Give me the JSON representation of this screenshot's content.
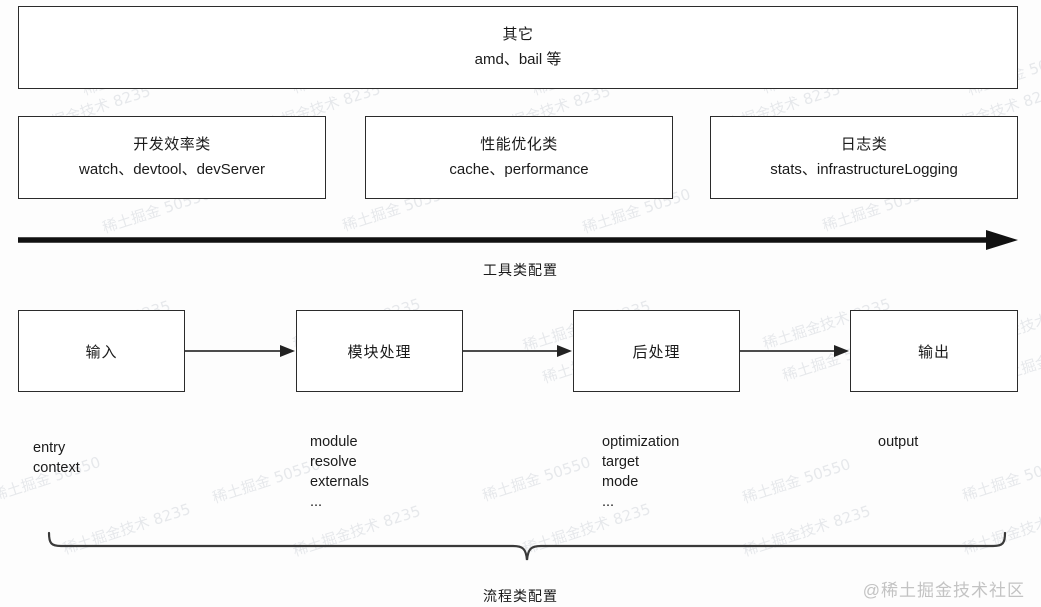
{
  "diagram": {
    "title_hidden": "",
    "tool_section": {
      "other_box": {
        "title": "其它",
        "subtitle": "amd、bail 等"
      },
      "category_boxes": [
        {
          "title": "开发效率类",
          "subtitle": "watch、devtool、devServer"
        },
        {
          "title": "性能优化类",
          "subtitle": "cache、performance"
        },
        {
          "title": "日志类",
          "subtitle": "stats、infrastructureLogging"
        }
      ],
      "arrow_label": "工具类配置"
    },
    "flow_section": {
      "stages": [
        {
          "label": "输入",
          "options": [
            "entry",
            "context"
          ]
        },
        {
          "label": "模块处理",
          "options": [
            "module",
            "resolve",
            "externals",
            "..."
          ]
        },
        {
          "label": "后处理",
          "options": [
            "optimization",
            "target",
            "mode",
            "..."
          ]
        },
        {
          "label": "输出",
          "options": [
            "output"
          ]
        }
      ],
      "brace_label": "流程类配置"
    },
    "watermark": {
      "brand": "@稀土掘金技术社区",
      "tiles": [
        "稀土掘金 50550",
        "稀土掘金技术 8235",
        "稀土掘金 50550",
        "稀土掘金技术 8235",
        "稀土掘金 50550",
        "稀土掘金技术 8235",
        "稀土掘金 50550",
        "稀土掘金技术 8235"
      ]
    },
    "colors": {
      "stroke": "#2b2b2b",
      "text": "#1a1a1a",
      "background": "#fdfdfd",
      "watermark": "#c3c3c3"
    }
  }
}
